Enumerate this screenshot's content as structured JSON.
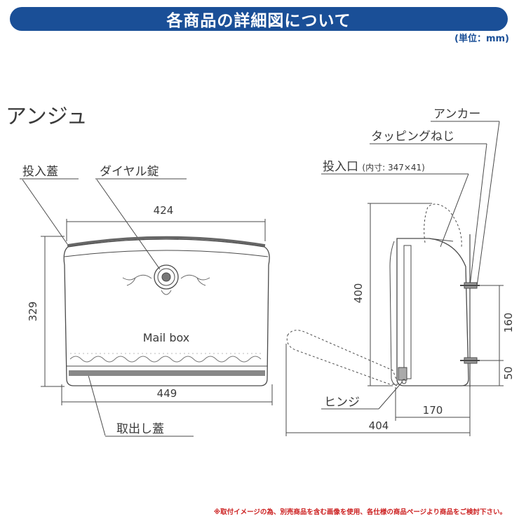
{
  "header": {
    "title": "各商品の詳細図について",
    "unit": "(単位：mm)"
  },
  "product": {
    "name": "アンジュ"
  },
  "front_view": {
    "labels": {
      "lid": "投入蓋",
      "dial_lock": "ダイヤル錠",
      "take_out_lid": "取出し蓋",
      "mailbox_text": "Mail box"
    },
    "dimensions": {
      "top_width": "424",
      "bottom_width": "449",
      "height": "329"
    }
  },
  "side_view": {
    "labels": {
      "anchor": "アンカー",
      "tapping_screw": "タッピングねじ",
      "slot": "投入口",
      "slot_inner": "(内寸: 347×41)",
      "hinge": "ヒンジ"
    },
    "dimensions": {
      "height": "400",
      "anchor_spacing": "160",
      "anchor_bottom": "50",
      "depth": "170",
      "open_depth": "404"
    }
  },
  "footer": {
    "note": "※取付イメージの為、別売商品を含む画像を使用、各仕様の商品ページより商品をご検討下さい。"
  },
  "colors": {
    "banner": "#1a4f97",
    "note": "#cc1f1f",
    "line": "#4a4a4a"
  }
}
